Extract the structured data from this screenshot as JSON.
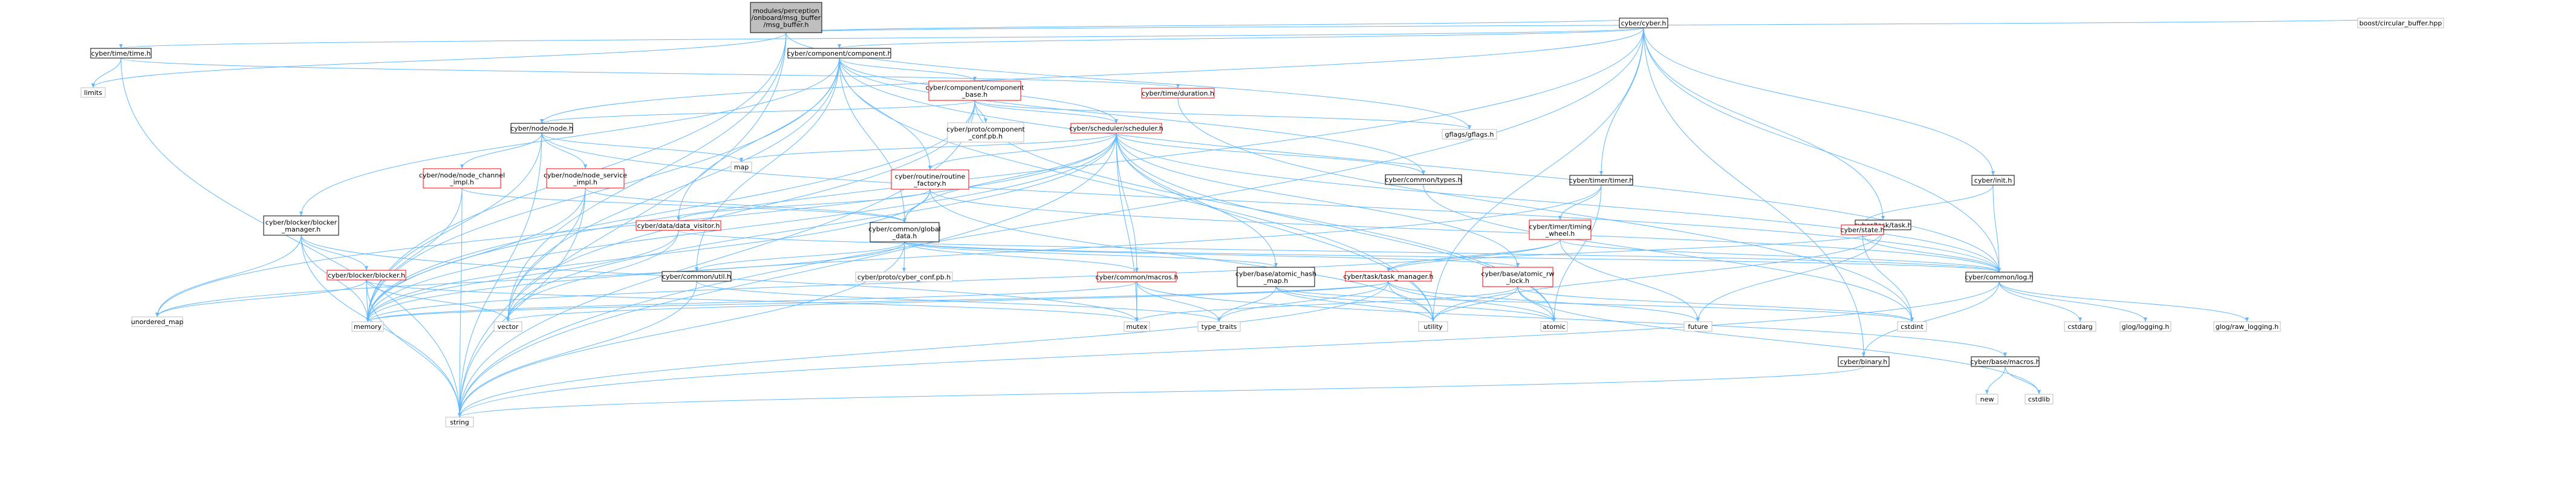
{
  "graph": {
    "title": "include dependency graph",
    "root": "modules/perception/onboard/msg_buffer/msg_buffer.h",
    "colors": {
      "edge": "#63b8ff",
      "box_stroke_doc": "#000000",
      "box_stroke_missing": "#bfbfbf",
      "box_stroke_red": "#ff0000",
      "root_fill": "#bfbfbf",
      "text": "#000000"
    },
    "nodes": [
      {
        "id": "root",
        "lines": [
          "modules/perception",
          "/onboard/msg_buffer",
          "/msg_buffer.h"
        ],
        "style": "root"
      },
      {
        "id": "cyber_h",
        "lines": [
          "cyber/cyber.h"
        ],
        "style": "doc"
      },
      {
        "id": "boost_cb",
        "lines": [
          "boost/circular_buffer.hpp"
        ],
        "style": "missing"
      },
      {
        "id": "time_h",
        "lines": [
          "cyber/time/time.h"
        ],
        "style": "doc"
      },
      {
        "id": "component_h",
        "lines": [
          "cyber/component/component.h"
        ],
        "style": "doc"
      },
      {
        "id": "limits",
        "lines": [
          "limits"
        ],
        "style": "missing"
      },
      {
        "id": "component_base",
        "lines": [
          "cyber/component/component",
          "_base.h"
        ],
        "style": "red"
      },
      {
        "id": "duration_h",
        "lines": [
          "cyber/time/duration.h"
        ],
        "style": "red"
      },
      {
        "id": "node_h",
        "lines": [
          "cyber/node/node.h"
        ],
        "style": "doc"
      },
      {
        "id": "proto_comp_conf",
        "lines": [
          "cyber/proto/component",
          "_conf.pb.h"
        ],
        "style": "missing"
      },
      {
        "id": "scheduler_h",
        "lines": [
          "cyber/scheduler/scheduler.h"
        ],
        "style": "red"
      },
      {
        "id": "gflags",
        "lines": [
          "gflags/gflags.h"
        ],
        "style": "missing"
      },
      {
        "id": "map",
        "lines": [
          "map"
        ],
        "style": "missing"
      },
      {
        "id": "node_channel",
        "lines": [
          "cyber/node/node_channel",
          "_impl.h"
        ],
        "style": "red"
      },
      {
        "id": "node_service",
        "lines": [
          "cyber/node/node_service",
          "_impl.h"
        ],
        "style": "red"
      },
      {
        "id": "routine_factory",
        "lines": [
          "cyber/routine/routine",
          "_factory.h"
        ],
        "style": "red"
      },
      {
        "id": "common_types",
        "lines": [
          "cyber/common/types.h"
        ],
        "style": "doc"
      },
      {
        "id": "timer_h",
        "lines": [
          "cyber/timer/timer.h"
        ],
        "style": "doc"
      },
      {
        "id": "init_h",
        "lines": [
          "cyber/init.h"
        ],
        "style": "doc"
      },
      {
        "id": "blocker_manager",
        "lines": [
          "cyber/blocker/blocker",
          "_manager.h"
        ],
        "style": "doc"
      },
      {
        "id": "global_data",
        "lines": [
          "cyber/common/global",
          "_data.h"
        ],
        "style": "doc"
      },
      {
        "id": "data_visitor",
        "lines": [
          "cyber/data/data_visitor.h"
        ],
        "style": "red"
      },
      {
        "id": "timing_wheel",
        "lines": [
          "cyber/timer/timing",
          "_wheel.h"
        ],
        "style": "red"
      },
      {
        "id": "task_h",
        "lines": [
          "cyber/task/task.h"
        ],
        "style": "doc"
      },
      {
        "id": "state_h",
        "lines": [
          "cyber/state.h"
        ],
        "style": "red"
      },
      {
        "id": "blocker_h",
        "lines": [
          "cyber/blocker/blocker.h"
        ],
        "style": "red"
      },
      {
        "id": "common_util",
        "lines": [
          "cyber/common/util.h"
        ],
        "style": "doc"
      },
      {
        "id": "proto_cyber_conf",
        "lines": [
          "cyber/proto/cyber_conf.pb.h"
        ],
        "style": "missing"
      },
      {
        "id": "common_macros",
        "lines": [
          "cyber/common/macros.h"
        ],
        "style": "red"
      },
      {
        "id": "task_manager",
        "lines": [
          "cyber/task/task_manager.h"
        ],
        "style": "red"
      },
      {
        "id": "atomic_hash_map",
        "lines": [
          "cyber/base/atomic_hash",
          "_map.h"
        ],
        "style": "doc"
      },
      {
        "id": "atomic_rw_lock",
        "lines": [
          "cyber/base/atomic_rw",
          "_lock.h"
        ],
        "style": "red"
      },
      {
        "id": "common_log",
        "lines": [
          "cyber/common/log.h"
        ],
        "style": "doc"
      },
      {
        "id": "unordered_map",
        "lines": [
          "unordered_map"
        ],
        "style": "missing"
      },
      {
        "id": "memory",
        "lines": [
          "memory"
        ],
        "style": "missing"
      },
      {
        "id": "vector",
        "lines": [
          "vector"
        ],
        "style": "missing"
      },
      {
        "id": "mutex",
        "lines": [
          "mutex"
        ],
        "style": "missing"
      },
      {
        "id": "type_traits",
        "lines": [
          "type_traits"
        ],
        "style": "missing"
      },
      {
        "id": "utility",
        "lines": [
          "utility"
        ],
        "style": "missing"
      },
      {
        "id": "atomic",
        "lines": [
          "atomic"
        ],
        "style": "missing"
      },
      {
        "id": "future",
        "lines": [
          "future"
        ],
        "style": "missing"
      },
      {
        "id": "cstdint",
        "lines": [
          "cstdint"
        ],
        "style": "missing"
      },
      {
        "id": "cstdarg",
        "lines": [
          "cstdarg"
        ],
        "style": "missing"
      },
      {
        "id": "glog_logging",
        "lines": [
          "glog/logging.h"
        ],
        "style": "missing"
      },
      {
        "id": "glog_raw",
        "lines": [
          "glog/raw_logging.h"
        ],
        "style": "missing"
      },
      {
        "id": "binary_h",
        "lines": [
          "cyber/binary.h"
        ],
        "style": "doc"
      },
      {
        "id": "base_macros",
        "lines": [
          "cyber/base/macros.h"
        ],
        "style": "doc"
      },
      {
        "id": "string",
        "lines": [
          "string"
        ],
        "style": "missing"
      },
      {
        "id": "new",
        "lines": [
          "new"
        ],
        "style": "missing"
      },
      {
        "id": "cstdlib",
        "lines": [
          "cstdlib"
        ],
        "style": "missing"
      }
    ],
    "edges": [
      [
        "root",
        "cyber_h"
      ],
      [
        "root",
        "boost_cb"
      ],
      [
        "root",
        "limits"
      ],
      [
        "root",
        "gflags"
      ],
      [
        "root",
        "memory"
      ],
      [
        "root",
        "string"
      ],
      [
        "root",
        "vector"
      ],
      [
        "cyber_h",
        "time_h"
      ],
      [
        "cyber_h",
        "component_h"
      ],
      [
        "cyber_h",
        "node_h"
      ],
      [
        "cyber_h",
        "timer_h"
      ],
      [
        "cyber_h",
        "init_h"
      ],
      [
        "cyber_h",
        "task_h"
      ],
      [
        "cyber_h",
        "common_log"
      ],
      [
        "cyber_h",
        "binary_h"
      ],
      [
        "cyber_h",
        "memory"
      ],
      [
        "cyber_h",
        "string"
      ],
      [
        "cyber_h",
        "utility"
      ],
      [
        "time_h",
        "limits"
      ],
      [
        "time_h",
        "string"
      ],
      [
        "time_h",
        "duration_h"
      ],
      [
        "component_h",
        "component_base"
      ],
      [
        "component_h",
        "scheduler_h"
      ],
      [
        "component_h",
        "routine_factory"
      ],
      [
        "component_h",
        "common_types"
      ],
      [
        "component_h",
        "blocker_manager"
      ],
      [
        "component_h",
        "global_data"
      ],
      [
        "component_h",
        "data_visitor"
      ],
      [
        "component_h",
        "common_util"
      ],
      [
        "component_h",
        "common_log"
      ],
      [
        "component_h",
        "memory"
      ],
      [
        "component_h",
        "vector"
      ],
      [
        "component_h",
        "utility"
      ],
      [
        "component_base",
        "node_h"
      ],
      [
        "component_base",
        "proto_comp_conf"
      ],
      [
        "component_base",
        "scheduler_h"
      ],
      [
        "component_base",
        "gflags"
      ],
      [
        "component_base",
        "memory"
      ],
      [
        "component_base",
        "string"
      ],
      [
        "component_base",
        "vector"
      ],
      [
        "component_base",
        "atomic"
      ],
      [
        "duration_h",
        "cstdint"
      ],
      [
        "node_h",
        "map"
      ],
      [
        "node_h",
        "node_channel"
      ],
      [
        "node_h",
        "node_service"
      ],
      [
        "node_h",
        "memory"
      ],
      [
        "node_h",
        "string"
      ],
      [
        "node_h",
        "common_log"
      ],
      [
        "scheduler_h",
        "map"
      ],
      [
        "scheduler_h",
        "routine_factory"
      ],
      [
        "scheduler_h",
        "common_types"
      ],
      [
        "scheduler_h",
        "common_macros"
      ],
      [
        "scheduler_h",
        "atomic_hash_map"
      ],
      [
        "scheduler_h",
        "atomic_rw_lock"
      ],
      [
        "scheduler_h",
        "common_log"
      ],
      [
        "scheduler_h",
        "unordered_map"
      ],
      [
        "scheduler_h",
        "memory"
      ],
      [
        "scheduler_h",
        "vector"
      ],
      [
        "scheduler_h",
        "mutex"
      ],
      [
        "scheduler_h",
        "atomic"
      ],
      [
        "scheduler_h",
        "utility"
      ],
      [
        "scheduler_h",
        "string"
      ],
      [
        "scheduler_h",
        "global_data"
      ],
      [
        "node_channel",
        "global_data"
      ],
      [
        "node_channel",
        "memory"
      ],
      [
        "node_channel",
        "string"
      ],
      [
        "node_service",
        "global_data"
      ],
      [
        "node_service",
        "memory"
      ],
      [
        "node_service",
        "string"
      ],
      [
        "node_service",
        "vector"
      ],
      [
        "routine_factory",
        "global_data"
      ],
      [
        "routine_factory",
        "data_visitor"
      ],
      [
        "routine_factory",
        "common_log"
      ],
      [
        "routine_factory",
        "memory"
      ],
      [
        "routine_factory",
        "utility"
      ],
      [
        "common_types",
        "cstdint"
      ],
      [
        "timer_h",
        "timing_wheel"
      ],
      [
        "timer_h",
        "memory"
      ],
      [
        "timer_h",
        "atomic"
      ],
      [
        "init_h",
        "state_h"
      ],
      [
        "init_h",
        "common_log"
      ],
      [
        "blocker_manager",
        "blocker_h"
      ],
      [
        "blocker_manager",
        "memory"
      ],
      [
        "blocker_manager",
        "string"
      ],
      [
        "blocker_manager",
        "mutex"
      ],
      [
        "blocker_manager",
        "unordered_map"
      ],
      [
        "global_data",
        "common_util"
      ],
      [
        "global_data",
        "proto_cyber_conf"
      ],
      [
        "global_data",
        "common_macros"
      ],
      [
        "global_data",
        "atomic_hash_map"
      ],
      [
        "global_data",
        "atomic_rw_lock"
      ],
      [
        "global_data",
        "common_log"
      ],
      [
        "global_data",
        "string"
      ],
      [
        "global_data",
        "unordered_map"
      ],
      [
        "data_visitor",
        "common_log"
      ],
      [
        "data_visitor",
        "memory"
      ],
      [
        "data_visitor",
        "vector"
      ],
      [
        "timing_wheel",
        "task_manager"
      ],
      [
        "timing_wheel",
        "common_log"
      ],
      [
        "timing_wheel",
        "memory"
      ],
      [
        "timing_wheel",
        "future"
      ],
      [
        "task_h",
        "task_manager"
      ],
      [
        "task_h",
        "future"
      ],
      [
        "task_h",
        "utility"
      ],
      [
        "state_h",
        "common_log"
      ],
      [
        "state_h",
        "cstdint"
      ],
      [
        "blocker_h",
        "memory"
      ],
      [
        "blocker_h",
        "mutex"
      ],
      [
        "blocker_h",
        "vector"
      ],
      [
        "blocker_h",
        "unordered_map"
      ],
      [
        "blocker_h",
        "string"
      ],
      [
        "common_util",
        "string"
      ],
      [
        "common_util",
        "type_traits"
      ],
      [
        "common_macros",
        "memory"
      ],
      [
        "common_macros",
        "mutex"
      ],
      [
        "common_macros",
        "type_traits"
      ],
      [
        "common_macros",
        "base_macros"
      ],
      [
        "task_manager",
        "memory"
      ],
      [
        "task_manager",
        "string"
      ],
      [
        "task_manager",
        "vector"
      ],
      [
        "task_manager",
        "atomic"
      ],
      [
        "task_manager",
        "future"
      ],
      [
        "task_manager",
        "type_traits"
      ],
      [
        "task_manager",
        "utility"
      ],
      [
        "atomic_hash_map",
        "atomic"
      ],
      [
        "atomic_hash_map",
        "type_traits"
      ],
      [
        "atomic_hash_map",
        "utility"
      ],
      [
        "atomic_hash_map",
        "cstdint"
      ],
      [
        "atomic_rw_lock",
        "atomic"
      ],
      [
        "atomic_rw_lock",
        "mutex"
      ],
      [
        "atomic_rw_lock",
        "utility"
      ],
      [
        "atomic_rw_lock",
        "cstdlib"
      ],
      [
        "atomic_rw_lock",
        "cstdint"
      ],
      [
        "common_log",
        "cstdarg"
      ],
      [
        "common_log",
        "glog_logging"
      ],
      [
        "common_log",
        "glog_raw"
      ],
      [
        "common_log",
        "binary_h"
      ],
      [
        "common_log",
        "string"
      ],
      [
        "binary_h",
        "string"
      ],
      [
        "base_macros",
        "new"
      ],
      [
        "base_macros",
        "cstdlib"
      ]
    ]
  }
}
